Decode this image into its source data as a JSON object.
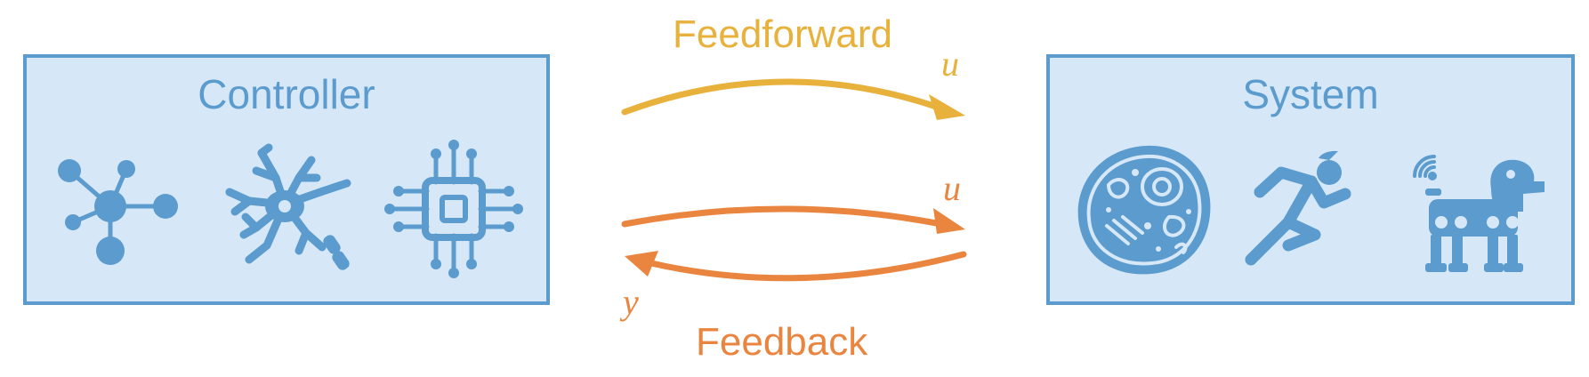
{
  "controller": {
    "title": "Controller",
    "icons": [
      "graph-network-icon",
      "neuron-icon",
      "cpu-chip-icon"
    ]
  },
  "system": {
    "title": "System",
    "icons": [
      "cell-icon",
      "runner-icon",
      "robot-dog-icon"
    ]
  },
  "feedforward": {
    "label": "Feedforward",
    "signal": "u"
  },
  "feedback": {
    "label": "Feedback",
    "forward_signal": "u",
    "return_signal": "y"
  },
  "colors": {
    "box_fill": "#d6e8f7",
    "box_border": "#5b9bcd",
    "icon": "#5b9bcd",
    "feedforward": "#e8b13b",
    "feedback": "#ea8540"
  }
}
